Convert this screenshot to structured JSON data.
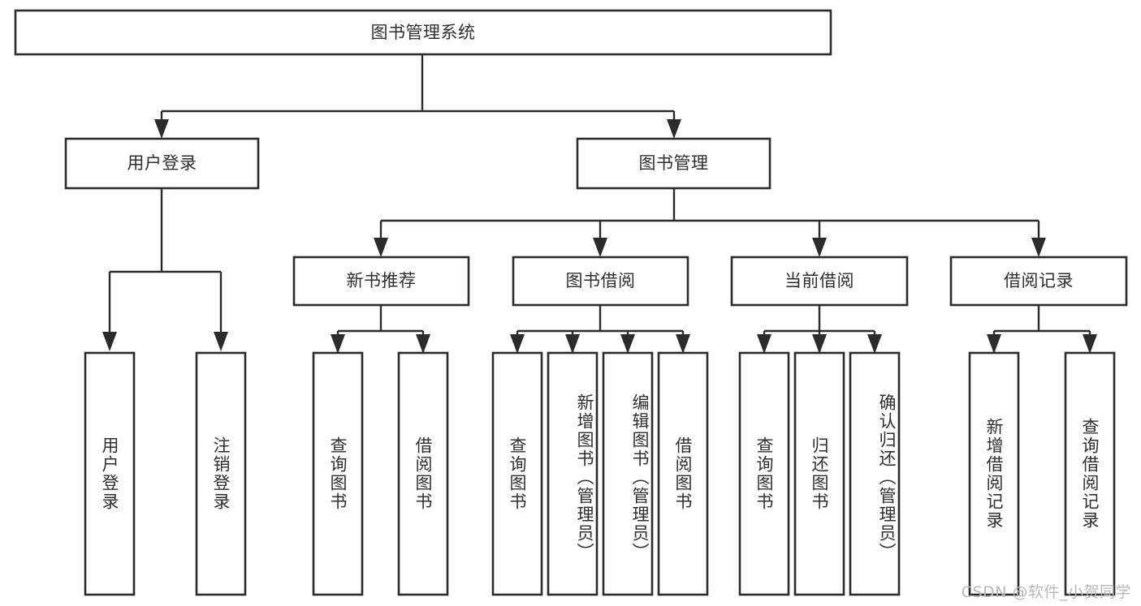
{
  "diagram": {
    "type": "tree-hierarchy",
    "title": "图书管理系统",
    "watermark": "CSDN @软件_小贺同学",
    "colors": {
      "stroke": "#2b2b2b",
      "box_fill": "#ffffff",
      "text": "#2f2f2f",
      "watermark": "#b9b9b9",
      "background": "#ffffff"
    },
    "root": {
      "label": "图书管理系统"
    },
    "level2": [
      {
        "label": "用户登录"
      },
      {
        "label": "图书管理"
      }
    ],
    "level3": [
      {
        "label": "新书推荐"
      },
      {
        "label": "图书借阅"
      },
      {
        "label": "当前借阅"
      },
      {
        "label": "借阅记录"
      }
    ],
    "leaves": {
      "user_login": [
        {
          "label": "用户登录"
        },
        {
          "label": "注销登录"
        }
      ],
      "new_book_recommend": [
        {
          "label": "查询图书"
        },
        {
          "label": "借阅图书"
        }
      ],
      "book_borrow": [
        {
          "label": "查询图书"
        },
        {
          "label": "新增图书（管理员）"
        },
        {
          "label": "编辑图书（管理员）"
        },
        {
          "label": "借阅图书"
        }
      ],
      "current_borrow": [
        {
          "label": "查询图书"
        },
        {
          "label": "归还图书"
        },
        {
          "label": "确认归还（管理员）"
        }
      ],
      "borrow_record": [
        {
          "label": "新增借阅记录"
        },
        {
          "label": "查询借阅记录"
        }
      ]
    }
  }
}
